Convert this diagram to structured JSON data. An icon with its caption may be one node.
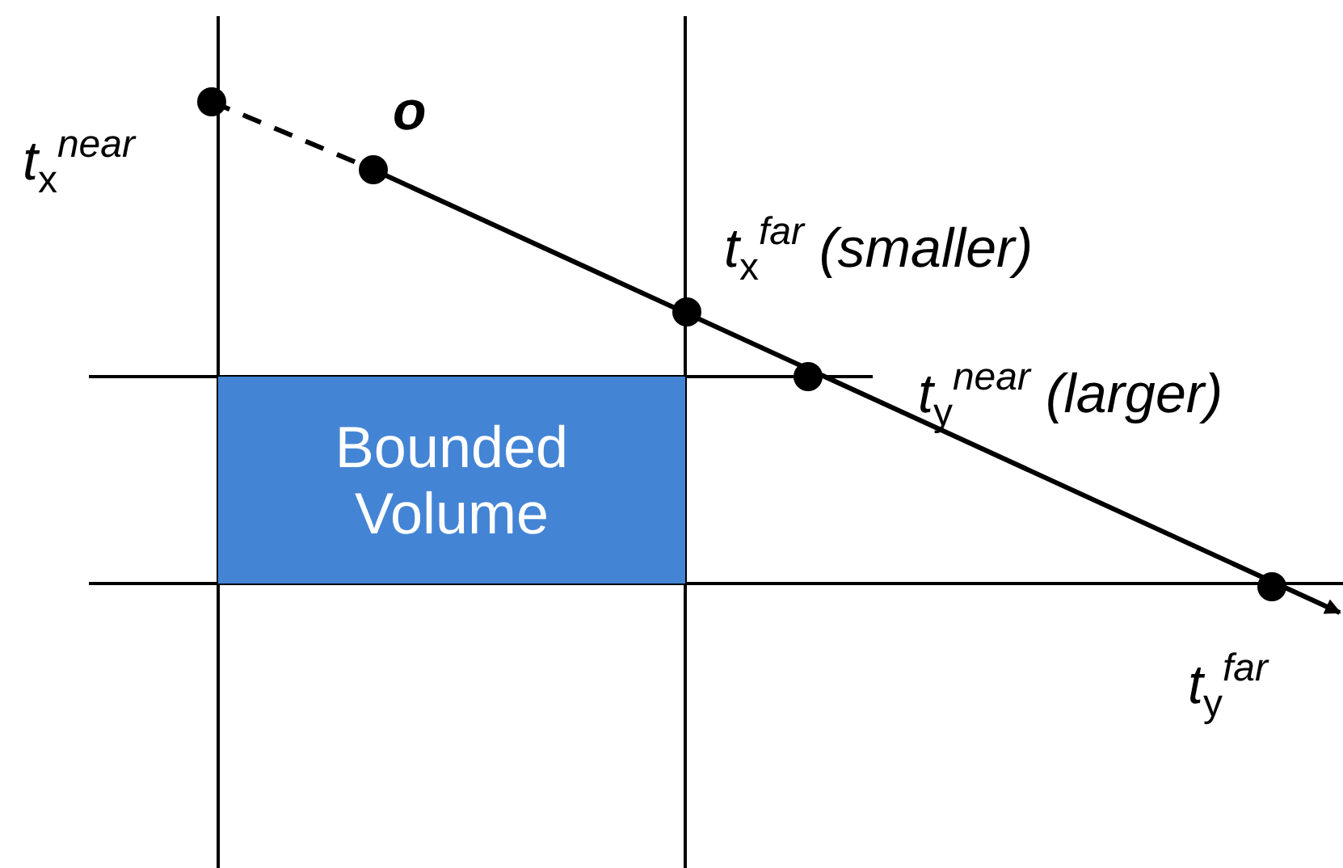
{
  "diagram": {
    "nodes": [
      {
        "text": [
          "Bounded Volume"
        ]
      }
    ],
    "labels": [
      "t$_{x}$$^{near}$",
      "o",
      "t$_{x}$$^{far}$ (smaller)",
      "t$_{y}$$^{near}$ (larger)",
      "t$_{y}$$^{far}$"
    ]
  }
}
